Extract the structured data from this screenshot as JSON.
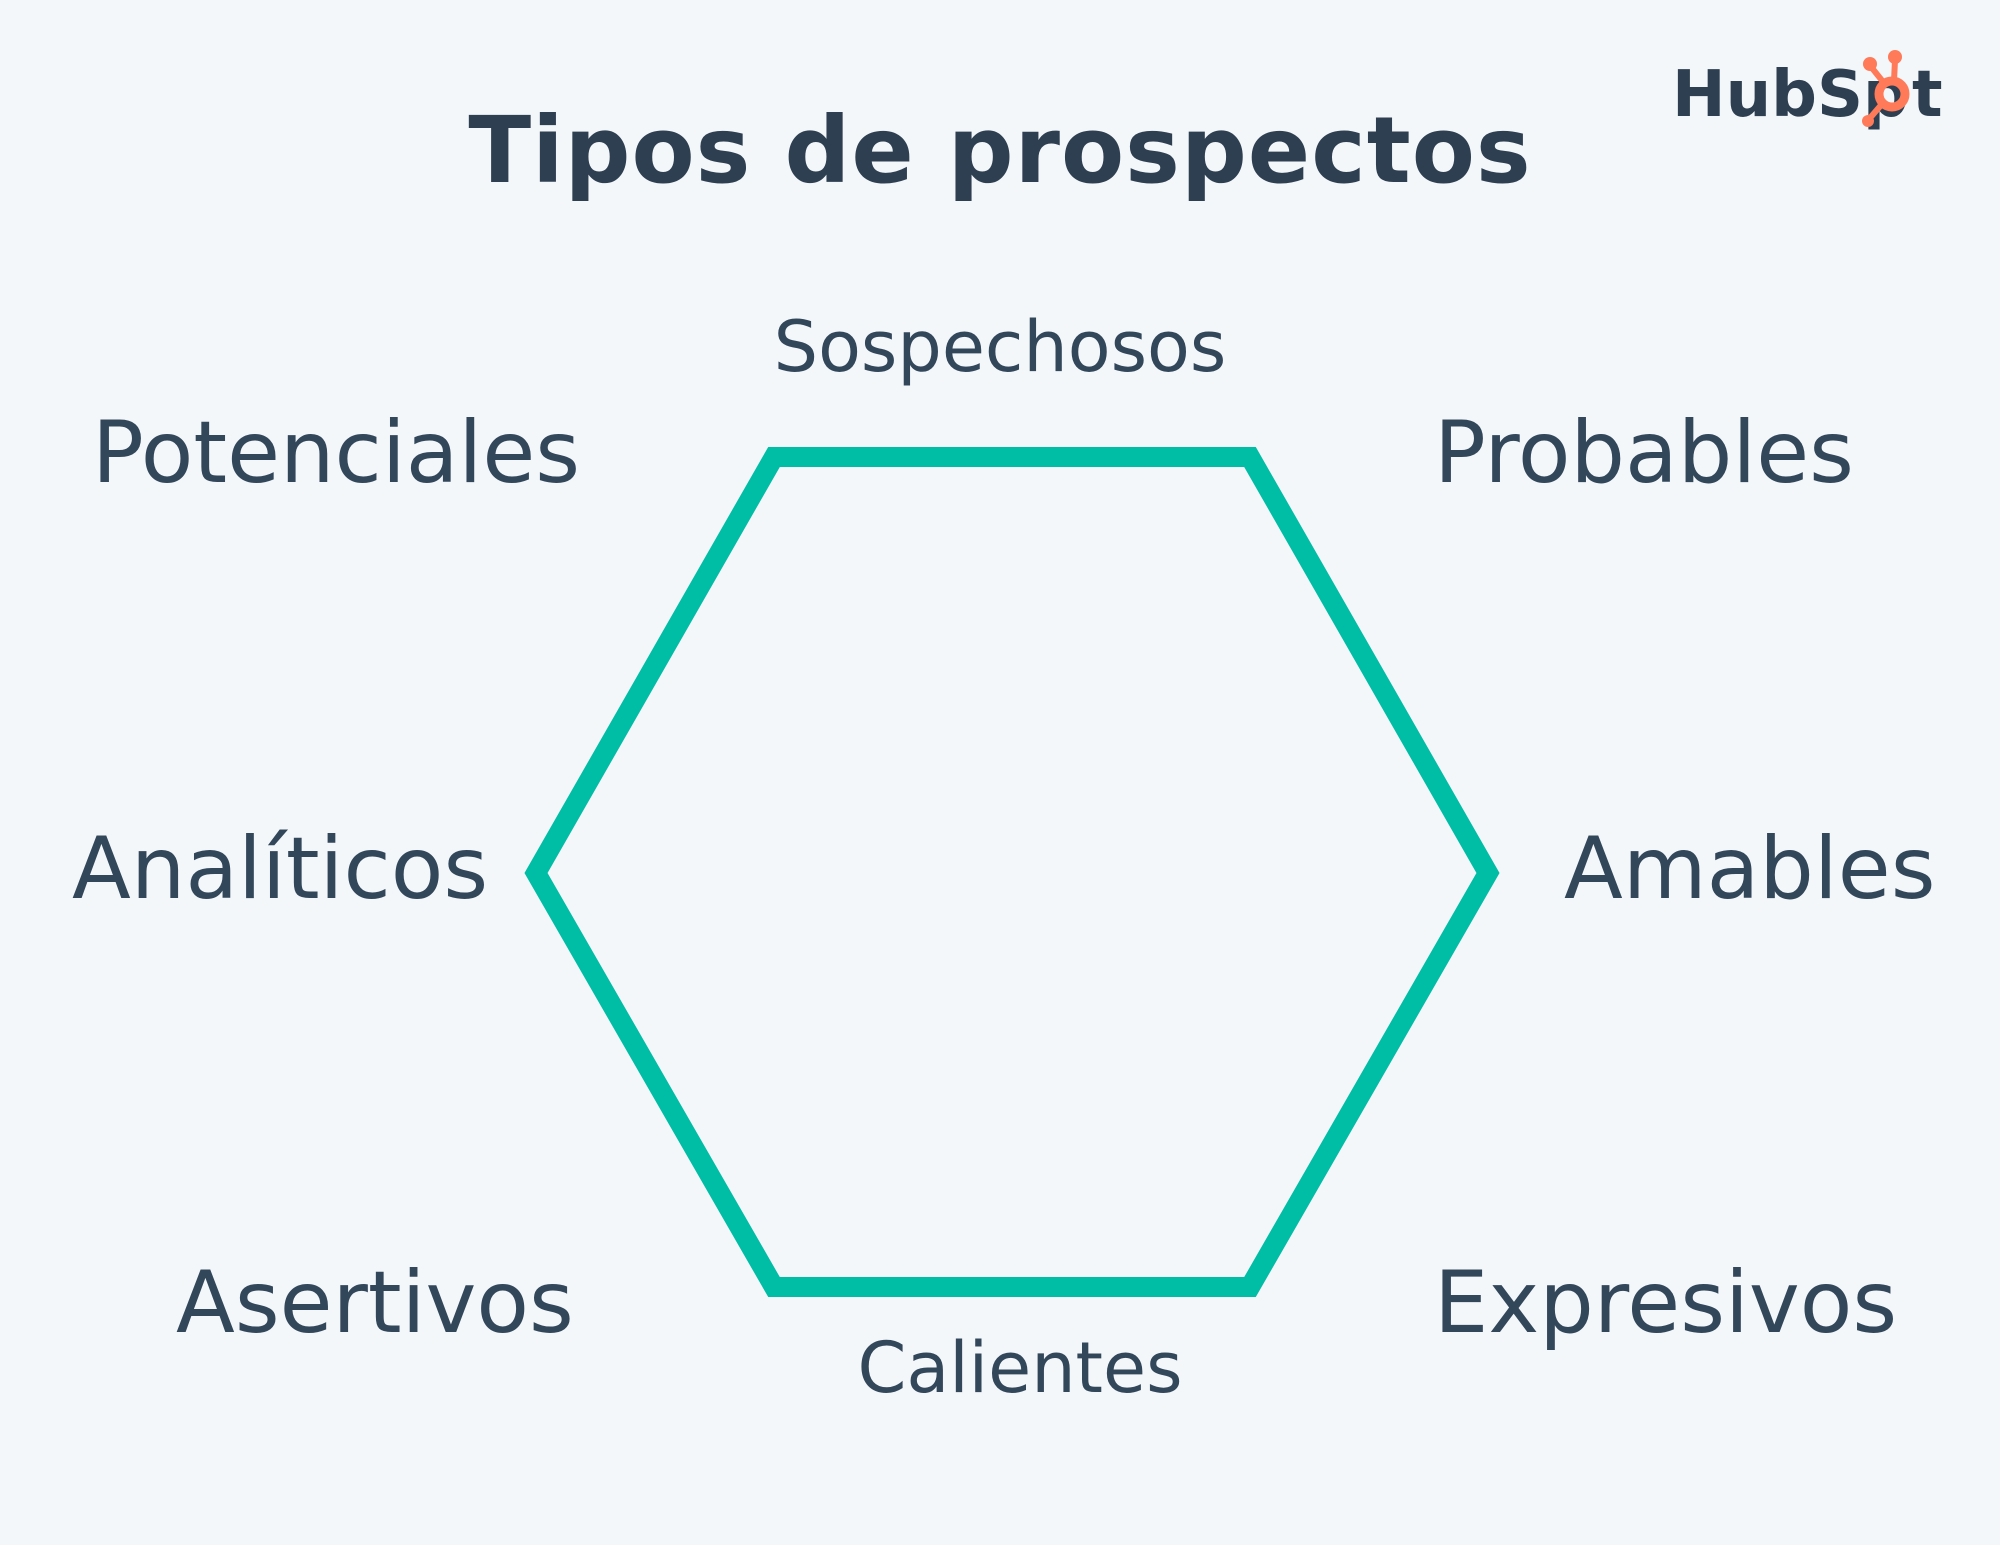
{
  "title": "Tipos de prospectos",
  "logo": {
    "text_before": "HubSp",
    "text_after": "t",
    "icon": "sprocket-icon",
    "text_color": "#2e3f51",
    "icon_color": "#ff7a59"
  },
  "shape": {
    "type": "hexagon",
    "stroke_color": "#00bda5"
  },
  "labels": {
    "top": "Sospechosos",
    "top_left": "Potenciales",
    "top_right": "Probables",
    "middle_left": "Analíticos",
    "middle_right": "Amables",
    "bottom_left": "Asertivos",
    "bottom_right": "Expresivos",
    "bottom": "Calientes"
  },
  "colors": {
    "background": "#f3f7fa",
    "text": "#33475b",
    "accent": "#00bda5"
  }
}
